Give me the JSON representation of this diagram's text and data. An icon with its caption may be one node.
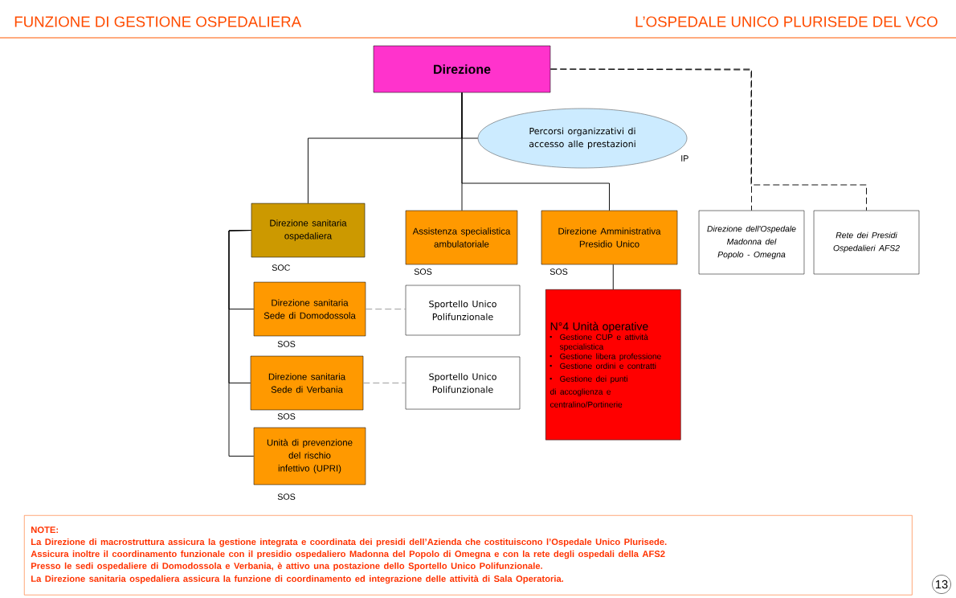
{
  "diagram": {
    "title": "FUNZIONE DI GESTIONE OSPEDALIERA",
    "nodes": [
      {
        "text": [
          "Direzione"
        ]
      },
      {
        "text": [
          "Percorsi organizzativi di accesso alle prestazioni"
        ],
        "beside": [
          "IP"
        ]
      },
      {
        "text": [
          "Direzione sanitaria ospedaliera"
        ],
        "beside": [
          "SOC"
        ]
      },
      {
        "text": [
          "Assistenza specialistica ambulatoriale"
        ],
        "beside": [
          "SOS"
        ]
      },
      {
        "text": [
          "Direzione Amministrativa Presidio Unico"
        ],
        "beside": [
          "SOS"
        ]
      },
      {
        "text": [
          "Direzione dell'Ospedale Madonna del Popolo - Omegna"
        ]
      },
      {
        "text": [
          "Rete dei Presidi Ospedalieri AFS2"
        ]
      },
      {
        "text": [
          "Direzione sanitaria Sede di Domodossola"
        ],
        "beside": [
          "SOS"
        ]
      },
      {
        "text": [
          "Sportello Unico Polifunzionale"
        ]
      },
      {
        "text": [
          "Direzione sanitaria Sede di Verbania"
        ],
        "beside": [
          "SOS"
        ]
      },
      {
        "text": [
          "Sportello Unico Polifunzionale"
        ]
      },
      {
        "text": [
          "N°4 Unità operative",
          "Gestione CUP e attività specialistica",
          "Gestione libera professione",
          "Gestione ordini e contratti",
          "Gestione dei punti di accoglienza e centralino/Portinerie"
        ]
      },
      {
        "text": [
          "Unità di prevenzione del rischio infettivo (UPRI)"
        ],
        "beside": [
          "SOS"
        ]
      },
      {
        "text": [
          "NOTE:",
          "La Direzione di macrostruttura assicura la gestione integrata e coordinata dei presidi dell’Azienda che costituiscono l’Ospedale Unico Plurisede.",
          "Assicura inoltre il coordinamento funzionale con il presidio ospedaliero Madonna del Popolo di Omegna e con la rete degli ospedali della AFS2",
          "Presso le sedi ospedaliere di Domodossola e Verbania, è attivo una postazione dello Sportello Unico Polifunzionale.",
          "La Direzione sanitaria ospedaliera assicura la funzione di coordinamento ed integrazione delle attività di Sala Operatoria."
        ]
      }
    ],
    "edges": [
      {
        "from": 0,
        "to": 1,
        "arrow": "none"
      },
      {
        "from": 0,
        "to": 2,
        "arrow": "none"
      },
      {
        "from": 0,
        "to": 3,
        "arrow": "none"
      },
      {
        "from": 0,
        "to": 4,
        "arrow": "none"
      },
      {
        "from": 0,
        "to": 5,
        "arrow": "none",
        "style": "dashed"
      },
      {
        "from": 0,
        "to": 6,
        "arrow": "none",
        "style": "dashed"
      },
      {
        "from": 2,
        "to": 7,
        "arrow": "none"
      },
      {
        "from": 2,
        "to": 9,
        "arrow": "none"
      },
      {
        "from": 2,
        "to": 12,
        "arrow": "none"
      },
      {
        "from": 7,
        "to": 8,
        "arrow": "none",
        "style": "dashed",
        "color": "#999999"
      },
      {
        "from": 9,
        "to": 10,
        "arrow": "none",
        "style": "dashed",
        "color": "#999999"
      },
      {
        "from": 4,
        "to": 11,
        "arrow": "none"
      }
    ],
    "labels": [
      "L’OSPEDALE UNICO PLURISEDE DEL VCO",
      "13"
    ]
  }
}
